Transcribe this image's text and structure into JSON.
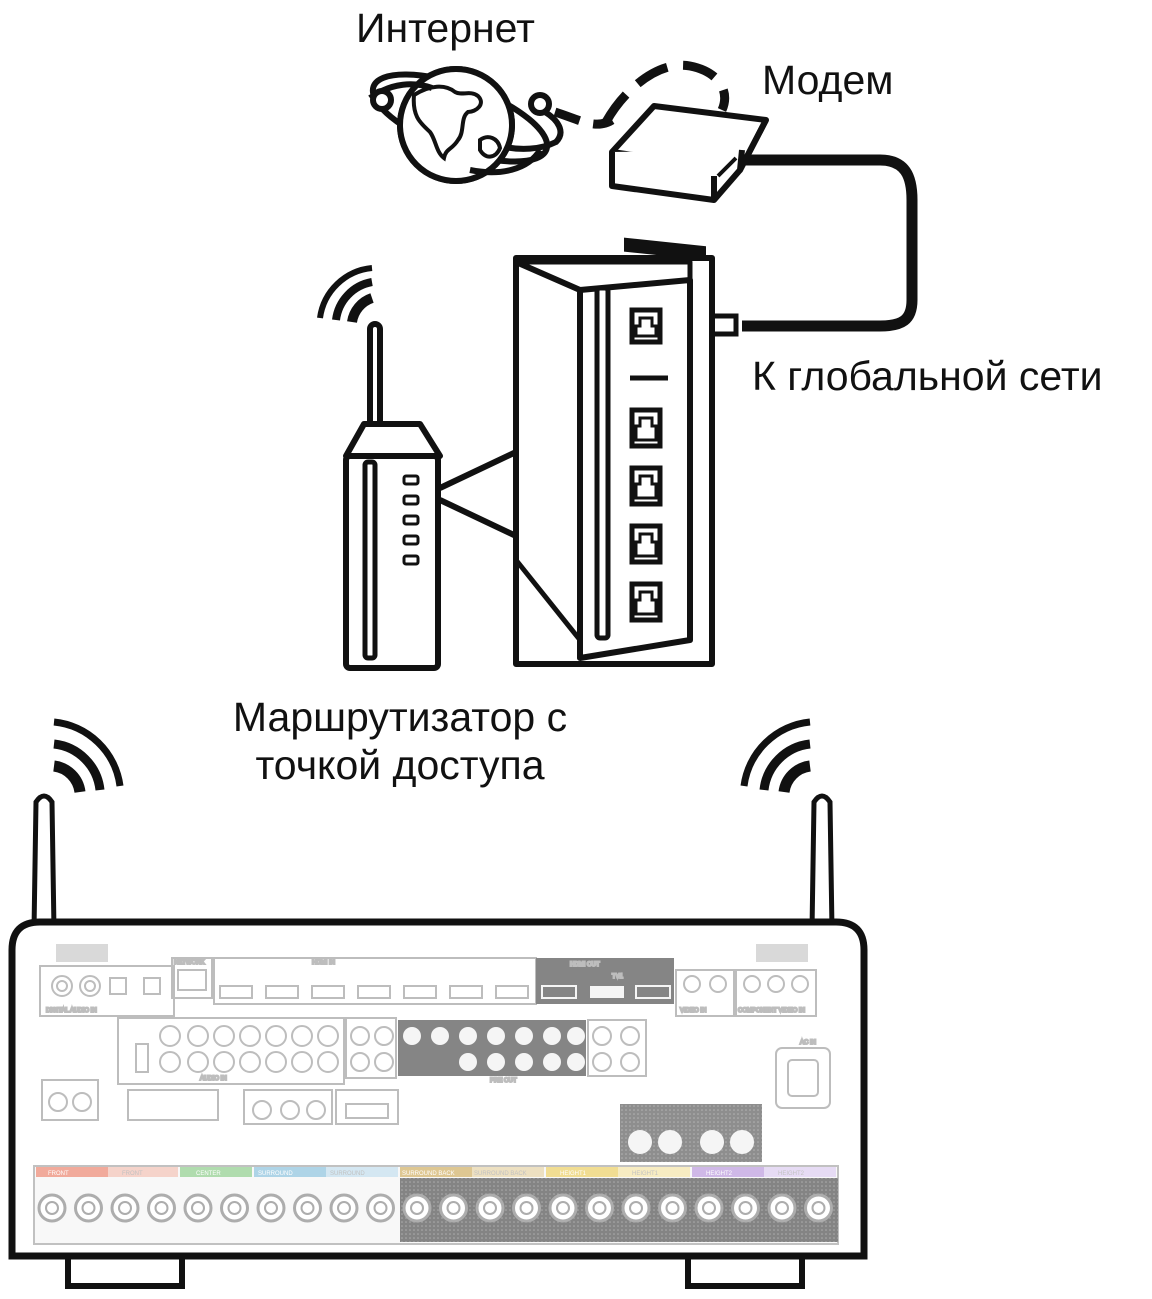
{
  "labels": {
    "internet": "Интернет",
    "modem": "Модем",
    "wan": "К глобальной сети",
    "router_line1": "Маршрутизатор с",
    "router_line2": "точкой доступа"
  },
  "receiver_panel": {
    "network": "NETWORK",
    "hdmi_in": "HDMI IN",
    "hdmi_out": "HDMI OUT",
    "tv1": "TV1",
    "ac_in": "AC IN",
    "pre_out": "PRE OUT",
    "audio_in": "AUDIO IN",
    "video_in": "VIDEO IN",
    "component_video_in": "COMPONENT VIDEO IN",
    "digital_audio_in": "DIGITAL AUDIO IN",
    "speaker_groups": [
      "FRONT",
      "FRONT",
      "CENTER",
      "SURROUND",
      "SURROUND",
      "SURROUND BACK",
      "SURROUND BACK",
      "HEIGHT1",
      "HEIGHT1",
      "HEIGHT2",
      "HEIGHT2"
    ]
  },
  "colors": {
    "line": "#111111",
    "panel_gray": "#aaaaaa",
    "front": "#e8735a",
    "center": "#7dc67a",
    "surround": "#7ab8d8",
    "surround_back": "#c9a24a",
    "height1": "#e8c84a",
    "height2": "#b08ad8"
  },
  "icons": [
    "globe-icon",
    "modem-icon",
    "wifi-signal-icon",
    "router-icon",
    "ethernet-port-icon",
    "antenna-icon"
  ]
}
